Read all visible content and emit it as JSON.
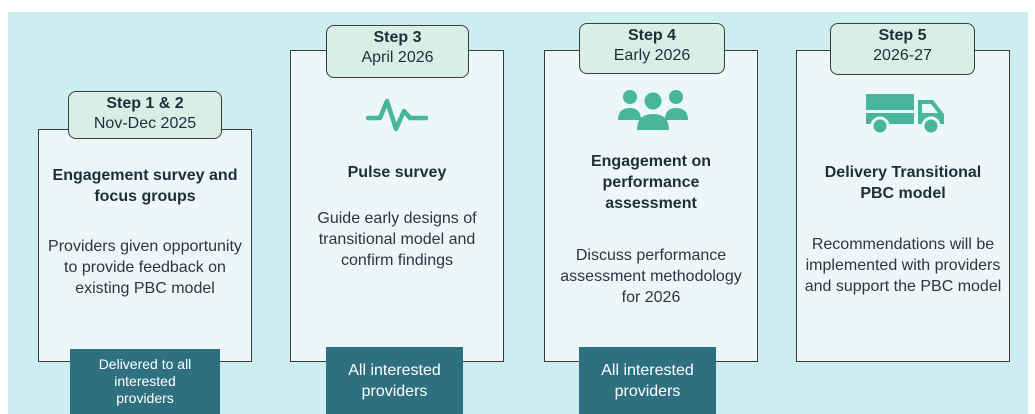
{
  "colors": {
    "background": "#cdeef1",
    "card": "#ebf7f8",
    "tag": "#d8efe6",
    "accent": "#48b59d",
    "footer": "#2f7080"
  },
  "steps": [
    {
      "step": "Step 1 & 2",
      "when": "Nov-Dec 2025",
      "icon": "",
      "title": "Engagement survey and focus groups",
      "description": "Providers given opportunity to provide feedback on existing PBC model",
      "footer": "Delivered to all interested providers"
    },
    {
      "step": "Step 3",
      "when": "April 2026",
      "icon": "pulse-icon",
      "title": "Pulse survey",
      "description": "Guide early designs of transitional model and confirm findings",
      "footer": "All interested providers"
    },
    {
      "step": "Step 4",
      "when": "Early 2026",
      "icon": "people-group-icon",
      "title": "Engagement on performance assessment",
      "description": "Discuss performance assessment methodology for 2026",
      "footer": "All interested providers"
    },
    {
      "step": "Step 5",
      "when": "2026-27",
      "icon": "truck-icon",
      "title": "Delivery Transitional PBC model",
      "description": "Recommendations will be implemented with providers and support the PBC model",
      "footer": ""
    }
  ]
}
